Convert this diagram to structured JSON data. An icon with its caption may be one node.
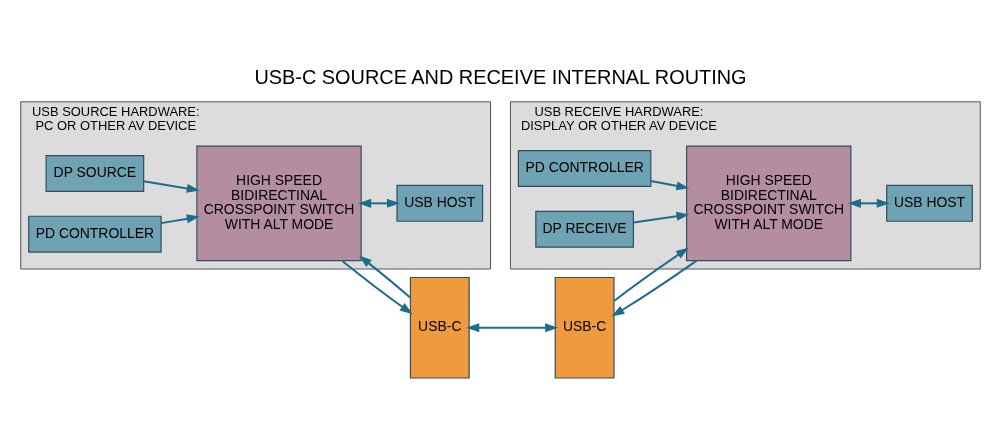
{
  "diagram": {
    "title": "USB-C SOURCE AND RECEIVE INTERNAL ROUTING",
    "nodes": [
      {
        "text": [
          "USB SOURCE HARDWARE:",
          "PC OR OTHER AV DEVICE"
        ]
      },
      {
        "text": [
          "USB HOST"
        ],
        "in": 0
      },
      {
        "text": [
          "HIGH SPEED BIDIRECTINAL CROSSPOINT SWITCH WITH ALT MODE"
        ],
        "in": 0
      },
      {
        "text": [
          "DP SOURCE"
        ],
        "in": 0
      },
      {
        "text": [
          "PD CONTROLLER"
        ],
        "in": 0
      },
      {
        "text": [
          "USB-C"
        ]
      },
      {
        "text": [
          "USB-C"
        ]
      },
      {
        "text": [
          "USB RECEIVE HARDWARE:",
          "DISPLAY OR OTHER AV DEVICE"
        ]
      },
      {
        "text": [
          "USB HOST"
        ],
        "in": 7
      },
      {
        "text": [
          "HIGH SPEED BIDIRECTINAL CROSSPOINT SWITCH WITH ALT MODE"
        ],
        "in": 7
      },
      {
        "text": [
          "PD CONTROLLER"
        ],
        "in": 7
      },
      {
        "text": [
          "DP RECEIVE"
        ],
        "in": 7
      }
    ],
    "edges": [
      {
        "from": 2,
        "to": 1,
        "arrow": "both"
      },
      {
        "from": 3,
        "to": 2,
        "arrow": "to"
      },
      {
        "from": 4,
        "to": 2,
        "arrow": "to"
      },
      {
        "from": 2,
        "to": 5,
        "arrow": "to"
      },
      {
        "from": 5,
        "to": 2,
        "arrow": "to"
      },
      {
        "from": 5,
        "to": 6,
        "arrow": "both"
      },
      {
        "from": 9,
        "to": 6,
        "arrow": "to"
      },
      {
        "from": 6,
        "to": 9,
        "arrow": "to"
      },
      {
        "from": 9,
        "to": 8,
        "arrow": "both"
      },
      {
        "from": 10,
        "to": 9,
        "arrow": "to"
      },
      {
        "from": 11,
        "to": 9,
        "arrow": "to"
      }
    ]
  }
}
